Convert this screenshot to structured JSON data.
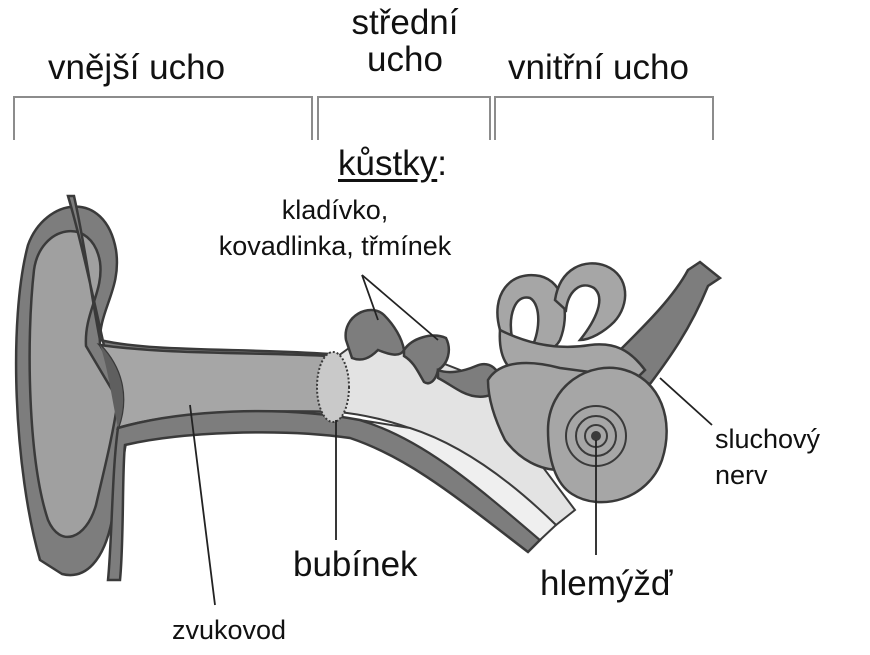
{
  "labels": {
    "outer_ear": "vnější ucho",
    "middle_ear_line1": "střední",
    "middle_ear_line2": "ucho",
    "inner_ear": "vnitřní ucho",
    "ossicles_title": "kůstky",
    "ossicles_colon": ":",
    "ossicles_line1": "kladívko,",
    "ossicles_line2": "kovadlinka, třmínek",
    "auditory_nerve_line1": "sluchový",
    "auditory_nerve_line2": "nerv",
    "eardrum": "bubínek",
    "cochlea": "hlemýžď",
    "ear_canal": "zvukovod"
  },
  "colors": {
    "outline": "#4a4a4a",
    "dark_gray": "#7d7d7d",
    "mid_gray": "#a6a6a6",
    "light_gray": "#d9d9d9",
    "bracket": "#8c8c8c"
  }
}
